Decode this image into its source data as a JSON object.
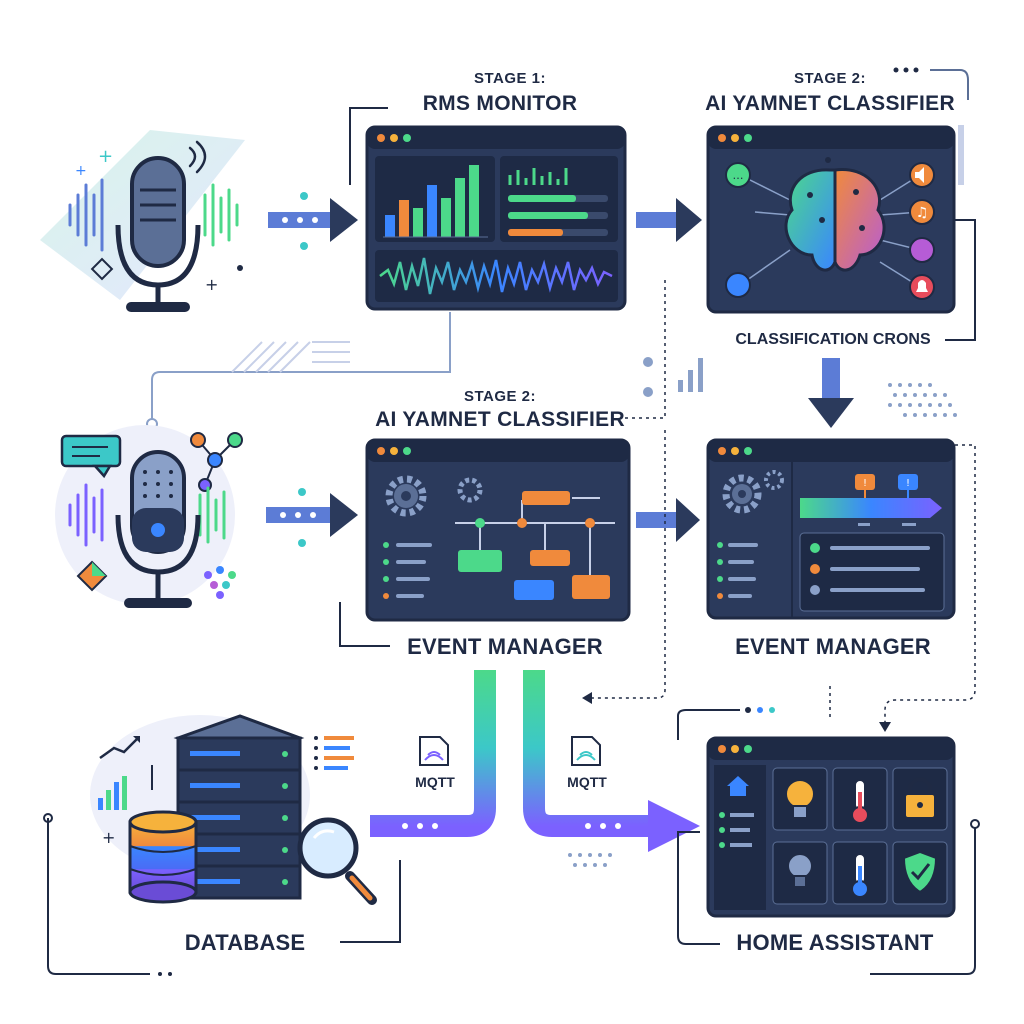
{
  "labels": {
    "stage1_small": "STAGE 1:",
    "stage1_big": "RMS MONITOR",
    "stage2_top_small": "STAGE 2:",
    "stage2_top_big": "AI YAMNET CLASSIFIER",
    "classification_caption": "CLASSIFICATION CRONS",
    "stage2_mid_small": "STAGE 2:",
    "stage2_mid_big": "AI YAMNET CLASSIFIER",
    "event_manager_left": "EVENT MANAGER",
    "event_manager_right": "EVENT MANAGER",
    "mqtt_left": "MQTT",
    "mqtt_right": "MQTT",
    "database": "DATABASE",
    "home_assistant": "HOME ASSISTANT"
  },
  "colors": {
    "navy": "#1f2a44",
    "panel": "#2b3a5c",
    "panel_dark": "#1e2a45",
    "accent_blue": "#3a86ff",
    "accent_green": "#4cd98a",
    "accent_orange": "#f08a3c",
    "accent_purple": "#7b61ff",
    "accent_teal": "#3cc8c8"
  },
  "icons": [
    "microphone-icon",
    "brain-icon",
    "gear-icon",
    "server-icon",
    "database-icon",
    "magnifier-icon",
    "lightbulb-icon",
    "thermometer-icon",
    "lock-icon",
    "shield-icon",
    "home-icon",
    "speech-bubble-icon",
    "music-note-icon",
    "speaker-icon",
    "bell-icon",
    "file-icon"
  ]
}
